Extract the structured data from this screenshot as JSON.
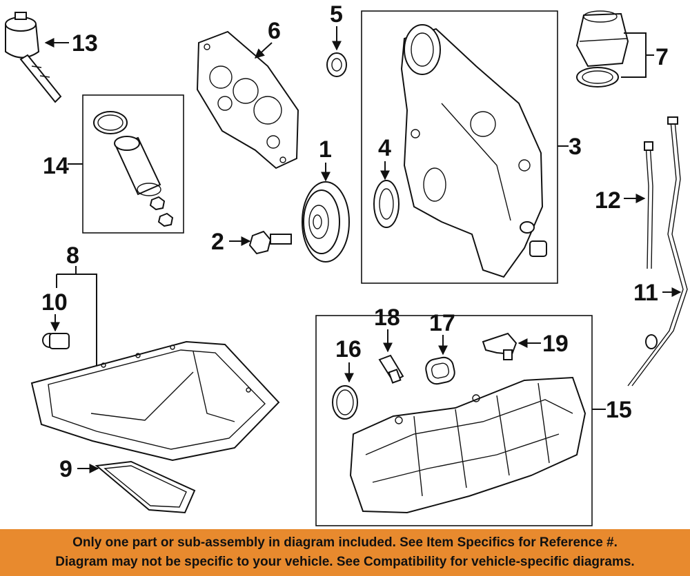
{
  "callouts": {
    "c1": "1",
    "c2": "2",
    "c3": "3",
    "c4": "4",
    "c5": "5",
    "c6": "6",
    "c7": "7",
    "c8": "8",
    "c9": "9",
    "c10": "10",
    "c11": "11",
    "c12": "12",
    "c13": "13",
    "c14": "14",
    "c15": "15",
    "c16": "16",
    "c17": "17",
    "c18": "18",
    "c19": "19"
  },
  "footer": {
    "line1": "Only one part or sub-assembly in diagram included. See Item Specifics for Reference #.",
    "line2": "Diagram may not be specific to your vehicle. See Compatibility for vehicle-specific diagrams."
  },
  "colors": {
    "banner": "#e88a2e",
    "ink": "#111111"
  }
}
